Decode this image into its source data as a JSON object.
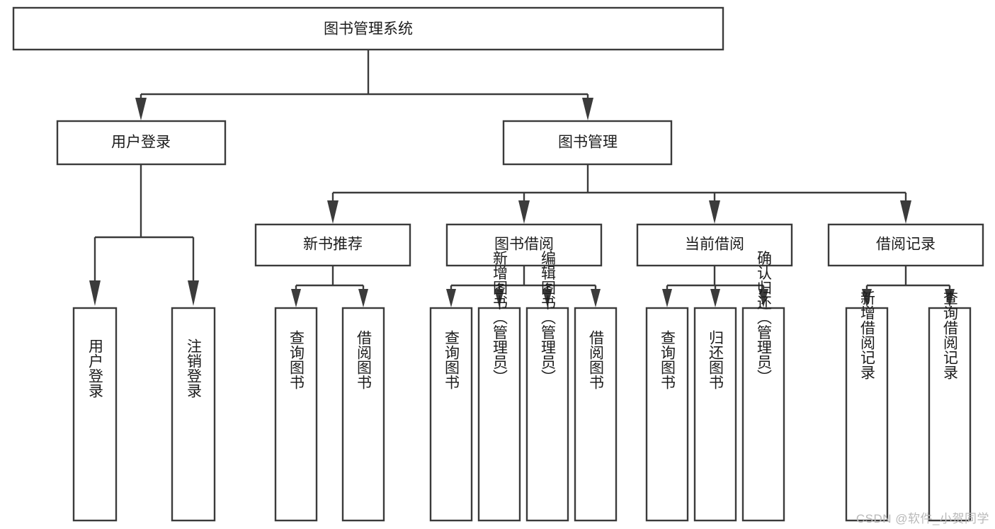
{
  "diagram": {
    "type": "tree-hierarchy-flowchart",
    "orientation": "top-down",
    "root": {
      "id": "root",
      "label": "图书管理系统"
    },
    "level2": [
      {
        "id": "user-login",
        "label": "用户登录"
      },
      {
        "id": "book-manage",
        "label": "图书管理"
      }
    ],
    "level3": [
      {
        "id": "new-book-rec",
        "label": "新书推荐",
        "parent": "book-manage"
      },
      {
        "id": "book-borrow",
        "label": "图书借阅",
        "parent": "book-manage"
      },
      {
        "id": "current-borrow",
        "label": "当前借阅",
        "parent": "book-manage"
      },
      {
        "id": "borrow-record",
        "label": "借阅记录",
        "parent": "book-manage"
      }
    ],
    "leaves": {
      "user-login": [
        {
          "id": "leaf-user-login",
          "label": "用户登录"
        },
        {
          "id": "leaf-logout",
          "label": "注销登录"
        }
      ],
      "new-book-rec": [
        {
          "id": "leaf-query-book-1",
          "label": "查询图书"
        },
        {
          "id": "leaf-borrow-book-1",
          "label": "借阅图书"
        }
      ],
      "book-borrow": [
        {
          "id": "leaf-query-book-2",
          "label": "查询图书"
        },
        {
          "id": "leaf-add-book",
          "label": "新增图书（管理员）"
        },
        {
          "id": "leaf-edit-book",
          "label": "编辑图书（管理员）"
        },
        {
          "id": "leaf-borrow-book-2",
          "label": "借阅图书"
        }
      ],
      "current-borrow": [
        {
          "id": "leaf-query-book-3",
          "label": "查询图书"
        },
        {
          "id": "leaf-return-book",
          "label": "归还图书"
        },
        {
          "id": "leaf-confirm-return",
          "label": "确认归还（管理员）"
        }
      ],
      "borrow-record": [
        {
          "id": "leaf-add-record",
          "label": "新增借阅记录"
        },
        {
          "id": "leaf-query-record",
          "label": "查询借阅记录"
        }
      ]
    }
  },
  "watermark": {
    "text": "CSDN @软件_小贺同学"
  },
  "colors": {
    "stroke": "#3b3b3b",
    "fill": "#ffffff",
    "text": "#1c1c1c",
    "watermark": "#b9b9b9"
  }
}
